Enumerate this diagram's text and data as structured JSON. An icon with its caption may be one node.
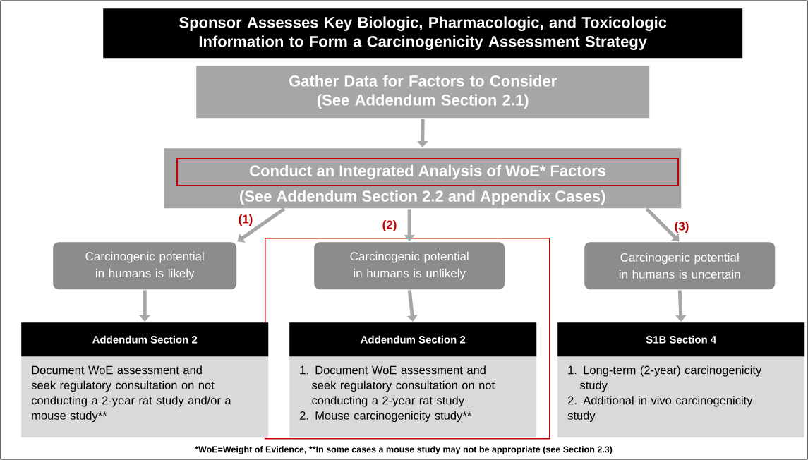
{
  "diagram": {
    "nodes": [
      {
        "text": [
          "Sponsor Assesses Key Biologic, Pharmacologic, and Toxicologic Information to Form a Carcinogenicity Assessment Strategy"
        ]
      },
      {
        "text": [
          "Gather Data for Factors to Consider (See Addendum Section 2.1)"
        ]
      },
      {
        "text": [
          "(See Addendum Section 2.2 and Appendix Cases)"
        ]
      },
      {
        "text": [
          "Conduct an Integrated Analysis of WoE* Factors"
        ],
        "in": 2
      },
      {
        "text": [
          "Carcinogenic potential in humans is likely"
        ]
      },
      {
        "text": [],
        "shape": "box"
      },
      {
        "text": [
          "Carcinogenic potential in humans is unlikely"
        ],
        "in": 5
      },
      {
        "text": [
          "Carcinogenic potential in humans is uncertain"
        ]
      },
      {
        "text": [
          "Addendum Section 2",
          "Document WoE assessment and seek regulatory consultation on not conducting a 2-year rat study and/or a mouse study**"
        ]
      },
      {
        "text": [
          "Addendum Section 2",
          "1. Document WoE assessment and seek regulatory consultation on not conducting a 2-year rat study",
          "2. Mouse carcinogenicity study**"
        ],
        "in": 5
      },
      {
        "text": [
          "S1B Section 4",
          "1. Long-term (2-year) carcinogenicity study",
          "2. Additional in vivo carcinogenicity study"
        ]
      }
    ],
    "edges": [
      {
        "from": 1,
        "to": 2,
        "arrow": "to"
      },
      {
        "from": 2,
        "to": 4,
        "arrow": "to",
        "label": "(1)"
      },
      {
        "from": 2,
        "to": 6,
        "arrow": "to",
        "label": "(2)"
      },
      {
        "from": 2,
        "to": 7,
        "arrow": "to",
        "label": "(3)"
      },
      {
        "from": 4,
        "to": 8,
        "arrow": "to"
      },
      {
        "from": 6,
        "to": 9,
        "arrow": "to"
      },
      {
        "from": 7,
        "to": 10,
        "arrow": "to"
      }
    ],
    "caption": "*WoE=Weight of Evidence, **In some cases a mouse study may not be appropriate (see Section 2.3)"
  }
}
